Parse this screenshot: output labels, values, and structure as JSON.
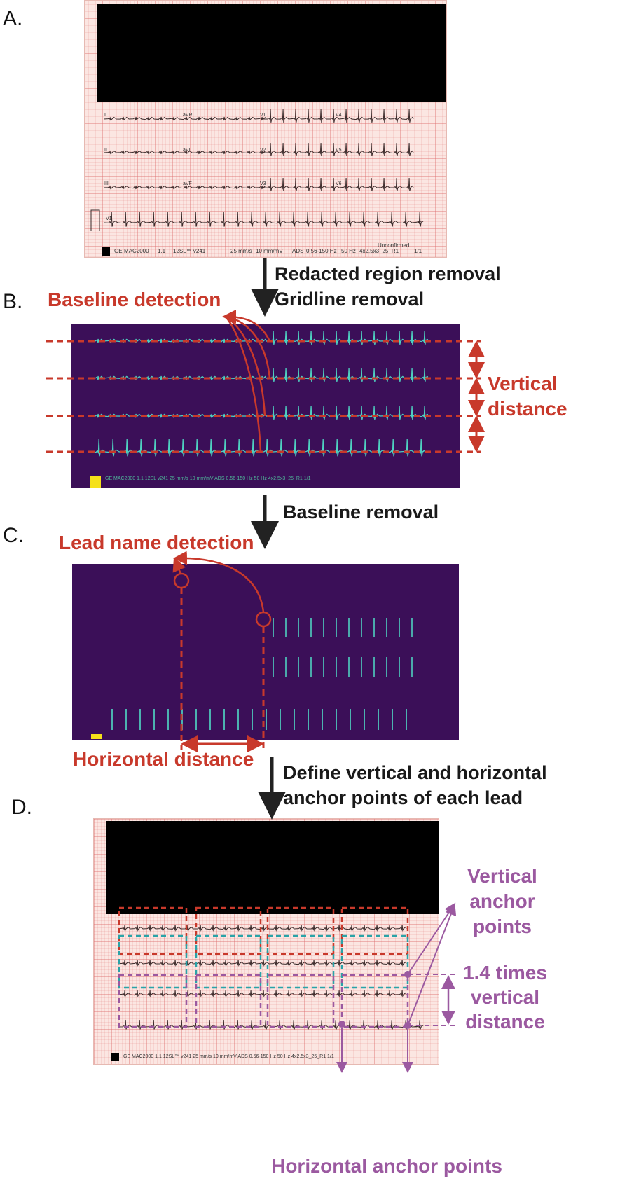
{
  "panels": {
    "a": {
      "letter": "A.",
      "footer": [
        "GE",
        "MAC2000",
        "1.1",
        "12SL™ v241",
        "25 mm/s",
        "10 mm/mV",
        "ADS",
        "0.56-150 Hz",
        "50 Hz",
        "4x2.5x3_25_R1",
        "1/1"
      ],
      "unconfirmed": "Unconfirmed",
      "leads": [
        "I",
        "aVR",
        "V1",
        "V4",
        "II",
        "aVL",
        "V2",
        "V5",
        "III",
        "aVF",
        "V3",
        "V6",
        "V1"
      ]
    },
    "b": {
      "letter": "B.",
      "baseline_detection": "Baseline detection",
      "vertical_distance": [
        "Vertical",
        "distance"
      ]
    },
    "c": {
      "letter": "C.",
      "lead_name_detection": "Lead name detection",
      "horizontal_distance": "Horizontal distance"
    },
    "d": {
      "letter": "D.",
      "vertical_anchor_points": [
        "Vertical",
        "anchor",
        "points"
      ],
      "times_vertical_distance": [
        "1.4 times",
        "vertical",
        "distance"
      ],
      "horizontal_anchor_points": "Horizontal anchor points"
    }
  },
  "steps": {
    "step1": [
      "Redacted region removal",
      "Gridline removal"
    ],
    "step2": "Baseline removal",
    "step3": [
      "Define vertical and horizontal",
      "anchor points of each lead"
    ]
  },
  "colors": {
    "red": "#c8392b",
    "purple": "#9b59a0",
    "teal": "#2aa3a8",
    "arrow": "#222222",
    "dark_panel": "#3b0f58",
    "trace_cyan": "#4fd0c0",
    "yellow": "#f5e11a"
  }
}
